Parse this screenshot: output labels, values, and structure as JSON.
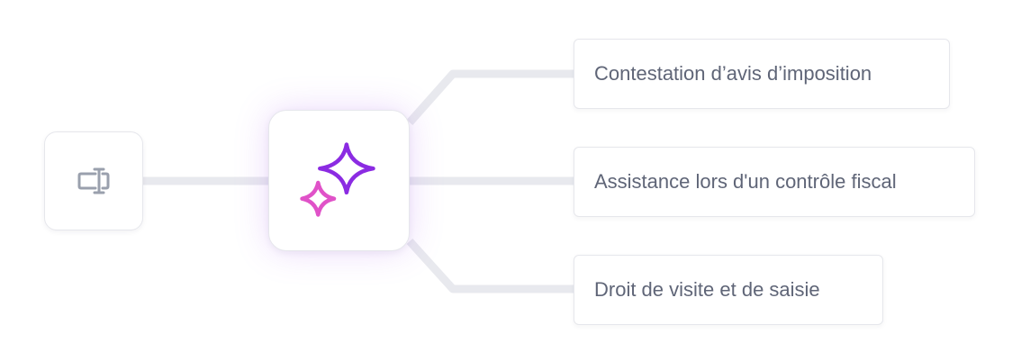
{
  "colors": {
    "connector": "#e8e9ee",
    "card_border": "#e6e7ec",
    "text": "#5f6577",
    "input_icon": "#9aa0ad",
    "sparkle_large": "#8b2be2",
    "sparkle_small": "#e052c8",
    "glow": "#a855f7"
  },
  "icons": {
    "input": "text-cursor-input-icon",
    "ai": "sparkles-icon"
  },
  "options": [
    {
      "label": "Contestation d’avis d’imposition"
    },
    {
      "label": "Assistance lors d'un contrôle fiscal"
    },
    {
      "label": "Droit de visite et de saisie"
    }
  ]
}
